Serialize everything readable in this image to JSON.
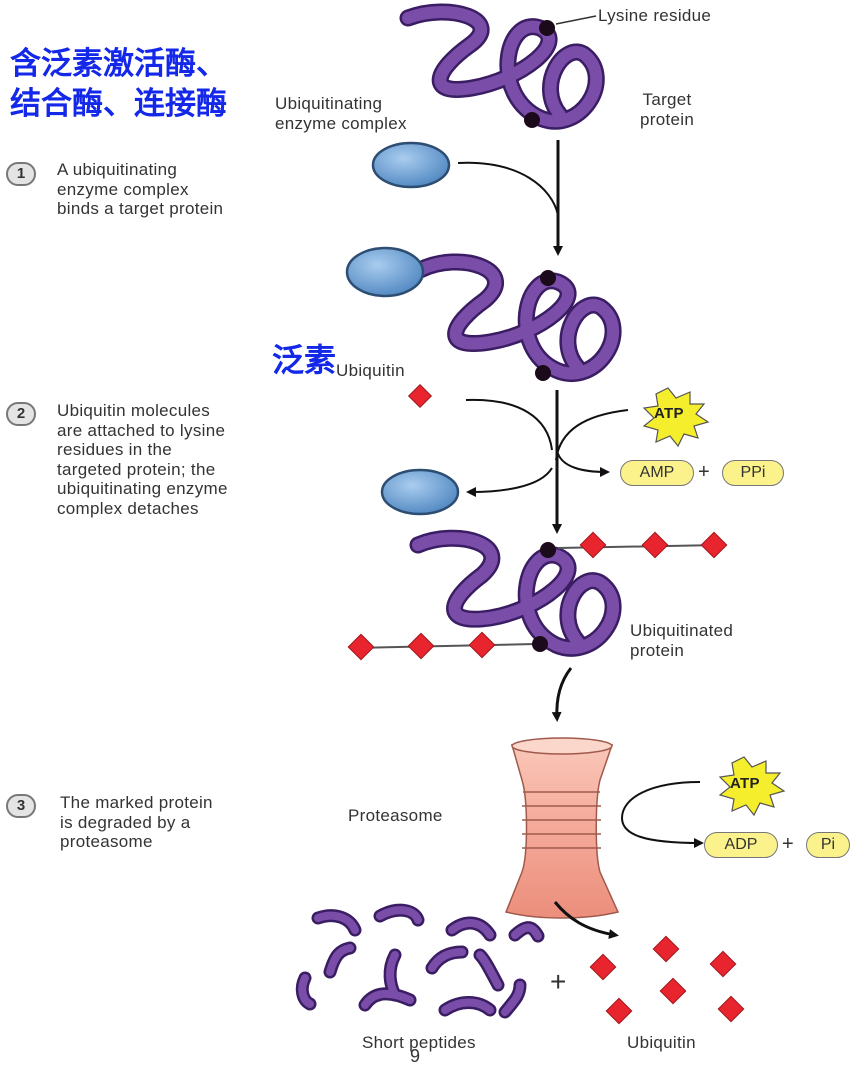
{
  "colors": {
    "protein": "#7a4ea8",
    "protein_outline": "#3a1d63",
    "enzyme": "#6ea2d4",
    "ubiquitin": "#e8252f",
    "atp_burst": "#f5ee2c",
    "chip": "#fbf28c",
    "proteasome": "#f4a898",
    "chinese_text": "#1328e8"
  },
  "chinese_labels": {
    "enzymes": "含泛素激活酶、\n结合酶、连接酶",
    "ubiquitin": "泛素"
  },
  "labels": {
    "lysine_residue": "Lysine residue",
    "target_protein": "Target\nprotein",
    "enzyme_complex": "Ubiquitinating\nenzyme complex",
    "ubiquitin": "Ubiquitin",
    "ubiquitinated_protein": "Ubiquitinated\nprotein",
    "proteasome": "Proteasome",
    "short_peptides": "Short peptides",
    "ubiquitin_products": "Ubiquitin"
  },
  "steps": [
    {
      "number": "1",
      "text": "A ubiquitinating\nenzyme complex\nbinds a target protein"
    },
    {
      "number": "2",
      "text": "Ubiquitin molecules\nare attached to lysine\nresidues in the\ntargeted protein; the\nubiquitinating enzyme\ncomplex detaches"
    },
    {
      "number": "3",
      "text": "The marked protein\nis degraded by a\nproteasome"
    }
  ],
  "energy": {
    "atp": "ATP",
    "amp": "AMP",
    "ppi": "PPi",
    "adp": "ADP",
    "pi": "Pi",
    "plus": "+"
  },
  "page_number": "9"
}
